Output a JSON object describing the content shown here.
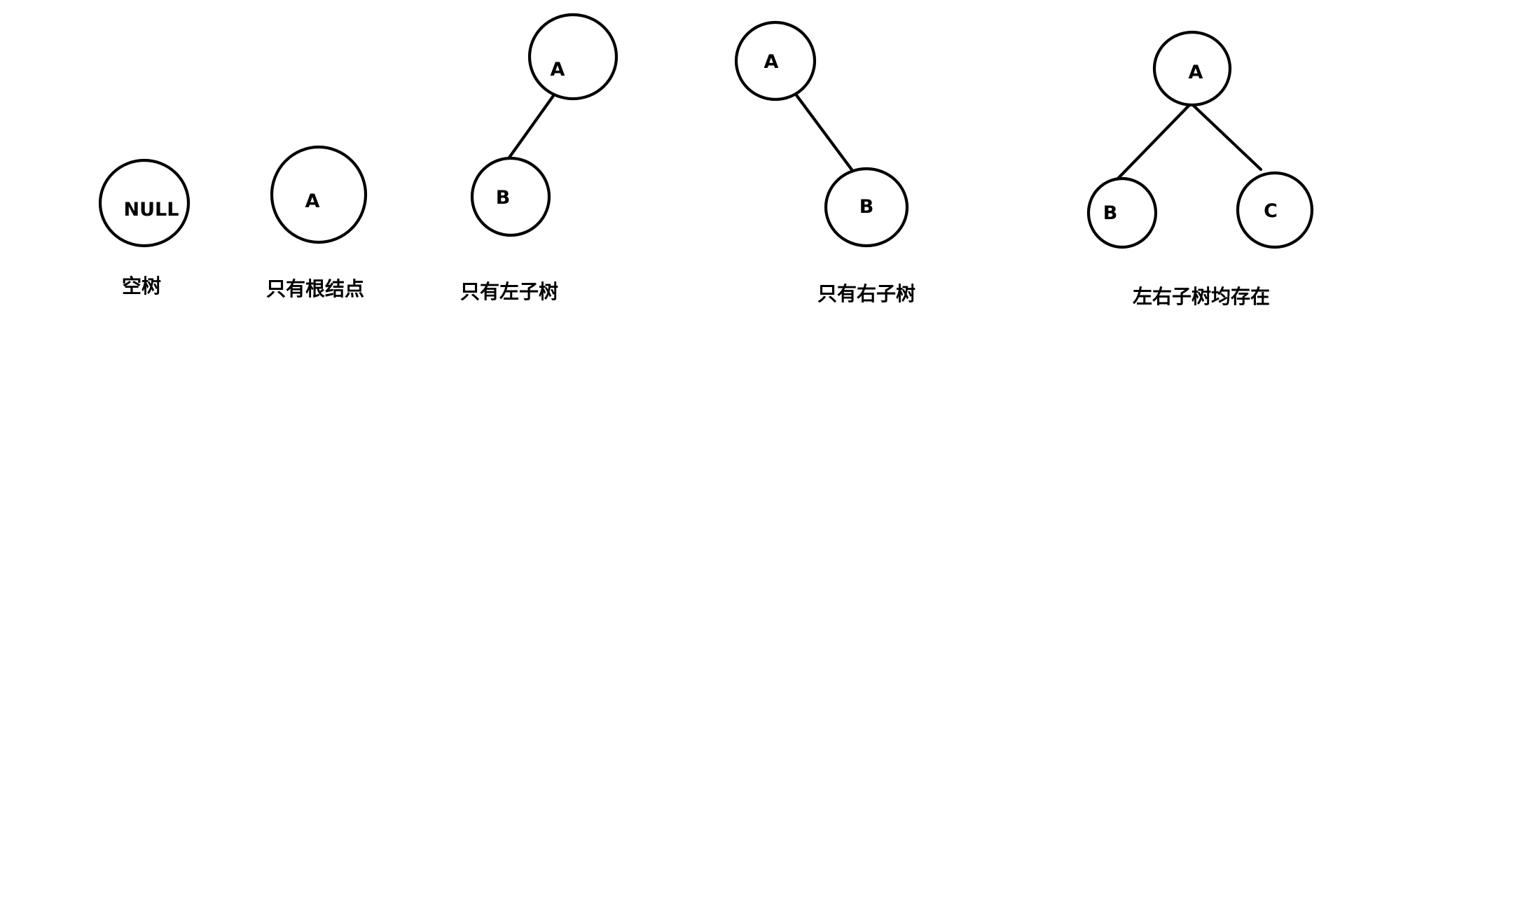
{
  "diagrams": [
    {
      "caption": "空树",
      "nodes": [
        {
          "id": "null",
          "label": "NULL"
        }
      ],
      "edges": []
    },
    {
      "caption": "只有根结点",
      "nodes": [
        {
          "id": "A",
          "label": "A"
        }
      ],
      "edges": []
    },
    {
      "caption": "只有左子树",
      "nodes": [
        {
          "id": "A",
          "label": "A"
        },
        {
          "id": "B",
          "label": "B"
        }
      ],
      "edges": [
        {
          "from": "A",
          "to": "B"
        }
      ]
    },
    {
      "caption": "只有右子树",
      "nodes": [
        {
          "id": "A",
          "label": "A"
        },
        {
          "id": "B",
          "label": "B"
        }
      ],
      "edges": [
        {
          "from": "A",
          "to": "B"
        }
      ]
    },
    {
      "caption": "左右子树均存在",
      "nodes": [
        {
          "id": "A",
          "label": "A"
        },
        {
          "id": "B",
          "label": "B"
        },
        {
          "id": "C",
          "label": "C"
        }
      ],
      "edges": [
        {
          "from": "A",
          "to": "B"
        },
        {
          "from": "A",
          "to": "C"
        }
      ]
    }
  ]
}
